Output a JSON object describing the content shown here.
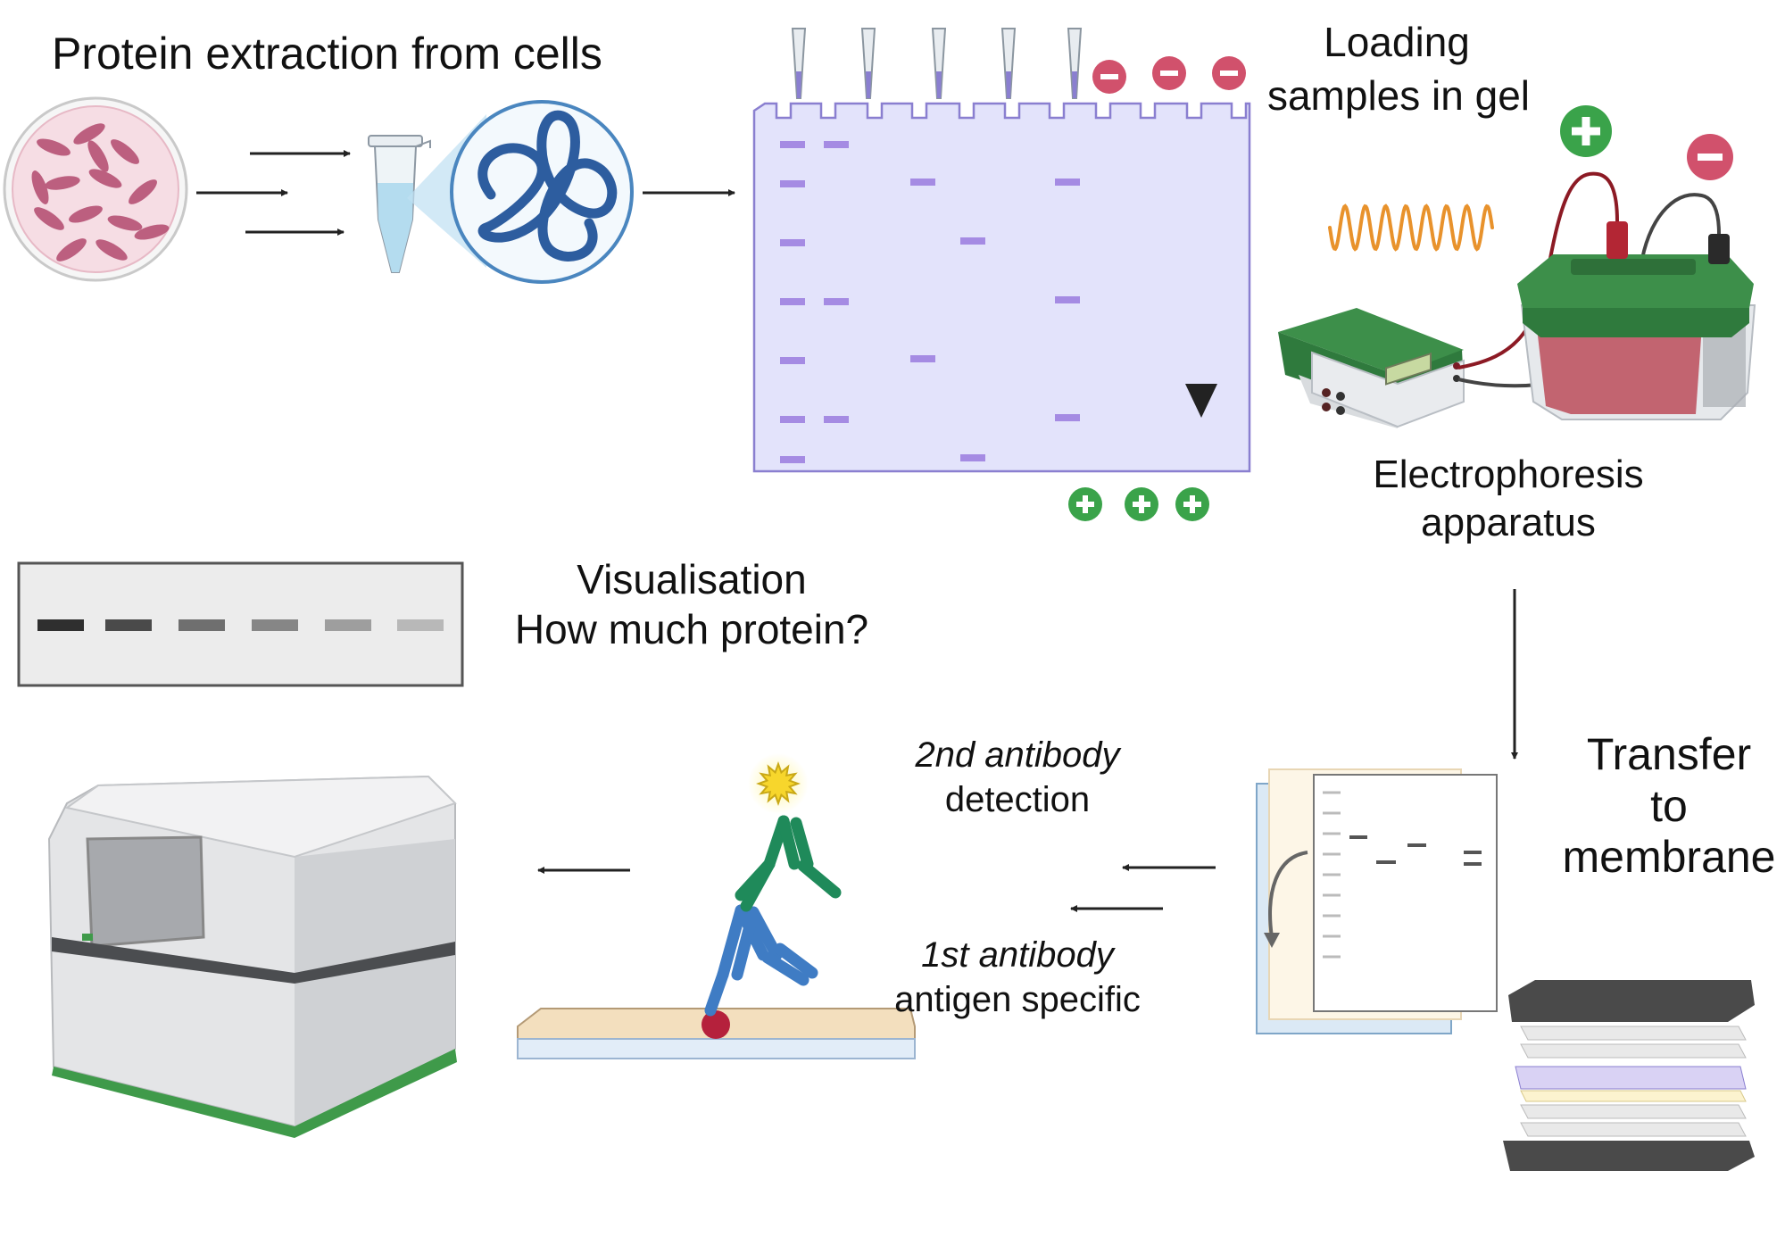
{
  "labels": {
    "protein_extraction": "Protein extraction from cells",
    "loading_line1": "Loading",
    "loading_line2": "samples in gel",
    "electro_line1": "Electrophoresis",
    "electro_line2": "apparatus",
    "transfer_line1": "Transfer",
    "transfer_line2": "to",
    "transfer_line3": "membrane",
    "visual_line1": "Visualisation",
    "visual_line2": "How much protein?",
    "second_ab": "2nd antibody",
    "detection": "detection",
    "first_ab": "1st antibody",
    "antigen": "antigen specific"
  },
  "colors": {
    "gel_fill": "#e3e3fb",
    "gel_stroke": "#8a7fd0",
    "band": "#a58be3",
    "minus_sign": "#d1516c",
    "plus_sign": "#3aa34a",
    "arrow": "#222222",
    "wave": "#e8922c",
    "green_case": "#3d8f4a",
    "tank_red": "#c26470",
    "cell_dish": "#f6dde4",
    "cell": "#b24a6e",
    "dna": "#2d5d9f",
    "membrane_top": "#f3dfbe",
    "antibody_green": "#1f8a5a",
    "antibody_blue": "#3f7cc4",
    "antigen": "#b5213c",
    "star": "#f7d62c"
  },
  "icons": [
    "cell-dish-icon",
    "tube-icon",
    "dna-coil-icon",
    "pipette-icon",
    "minus-sign-icon",
    "plus-sign-icon",
    "power-supply-icon",
    "battery-tank-icon",
    "wave-icon",
    "membrane-sheet-icon",
    "transfer-stack-icon",
    "antibody-icon",
    "imager-icon",
    "blot-strip-icon"
  ]
}
